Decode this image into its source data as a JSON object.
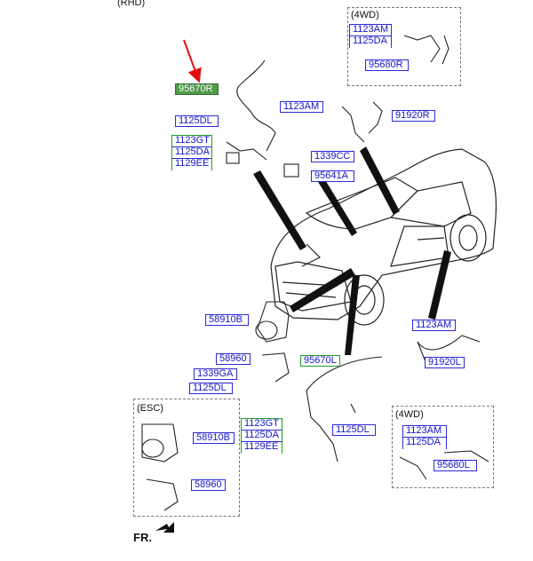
{
  "captions": {
    "rhd": "(RHD)",
    "fourwd_top": "(4WD)",
    "esc": "(ESC)",
    "fourwd_bottom": "(4WD)",
    "front": "FR."
  },
  "labels": {
    "p95670r": "95670R",
    "p1125dl_top": "1125DL",
    "p1123gt_top": "1123GT",
    "p1125da_top": "1125DA",
    "p1129ee_top": "1129EE",
    "p1123am_top4wd": "1123AM",
    "p1125da_top4wd": "1125DA",
    "p95680r": "95680R",
    "p1123am_mid": "1123AM",
    "p91920r": "91920R",
    "p1339cc": "1339CC",
    "p95641a": "95641A",
    "p58910b_mid": "58910B",
    "p58960_mid": "58960",
    "p1339ga": "1339GA",
    "p1125dl_mid": "1125DL",
    "p95670l": "95670L",
    "p1123am_rear": "1123AM",
    "p91920l": "91920L",
    "p1123gt_bot": "1123GT",
    "p1125da_bot": "1125DA",
    "p1129ee_bot": "1129EE",
    "p1125dl_bot": "1125DL",
    "p58910b_esc": "58910B",
    "p58960_esc": "58960",
    "p1123am_bot4wd": "1123AM",
    "p1125da_bot4wd": "1125DA",
    "p95680l": "95680L"
  },
  "colors": {
    "label_text": "#1515c8",
    "label_border": "#2b2bd6",
    "group_border": "#1e9a2a",
    "highlight_fill": "#4f9a4a",
    "arrow": "#e01010"
  },
  "icons": [
    "red-pointer-arrow",
    "front-direction-arrow"
  ]
}
